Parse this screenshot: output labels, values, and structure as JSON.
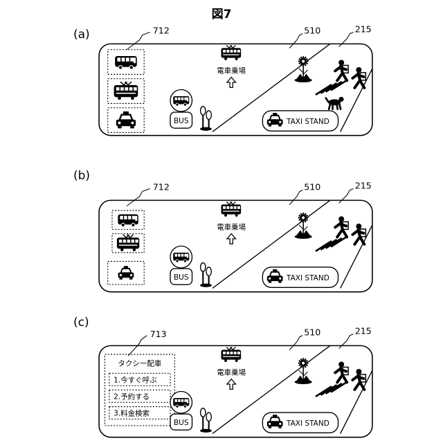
{
  "figure": {
    "title": "図7"
  },
  "panels": [
    {
      "label": "(a)",
      "refs": {
        "panel": "712",
        "road": "510",
        "pedestrians": "215"
      },
      "station_text": "電車乗場",
      "bus_label": "BUS",
      "taxi_stand_label": "TAXI STAND",
      "side_icons": [
        "bus-icon",
        "train-icon",
        "taxi-icon"
      ],
      "dog": true
    },
    {
      "label": "(b)",
      "refs": {
        "panel": "712",
        "road": "510",
        "pedestrians": "215"
      },
      "station_text": "電車乗場",
      "bus_label": "BUS",
      "taxi_stand_label": "TAXI STAND",
      "side_icons": [
        "bus-icon",
        "train-icon",
        "taxi-icon"
      ],
      "dog": false
    },
    {
      "label": "(c)",
      "refs": {
        "panel": "713",
        "road": "510",
        "pedestrians": "215"
      },
      "station_text": "電車乗場",
      "bus_label": "BUS",
      "taxi_stand_label": "TAXI STAND",
      "menu": {
        "title": "タクシー配車",
        "items": [
          "1.今すぐ呼ぶ",
          "2.予約する",
          "3.料金検索"
        ]
      },
      "dog": false
    }
  ]
}
